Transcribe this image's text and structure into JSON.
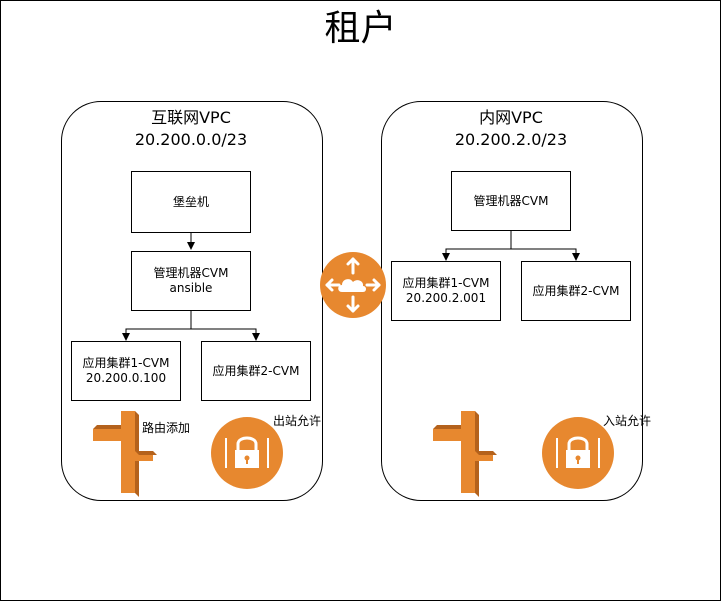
{
  "title": "租户",
  "vpc_internet": {
    "name": "互联网VPC",
    "cidr": "20.200.0.0/23",
    "bastion": "堡垒机",
    "mgmt": {
      "line1": "管理机器CVM",
      "line2": "ansible"
    },
    "cluster1": {
      "line1": "应用集群1-CVM",
      "line2": "20.200.0.100"
    },
    "cluster2": "应用集群2-CVM",
    "route_label": "路由添加",
    "lock_label": "出站允许"
  },
  "vpc_intranet": {
    "name": "内网VPC",
    "cidr": "20.200.2.0/23",
    "mgmt": "管理机器CVM",
    "cluster1": {
      "line1": "应用集群1-CVM",
      "line2": "20.200.2.001"
    },
    "cluster2": "应用集群2-CVM",
    "lock_label": "入站允许"
  },
  "icons": {
    "router": "router-icon",
    "route_table": "route-table-icon",
    "security_group": "padlock-icon"
  },
  "colors": {
    "aws_orange": "#E7882F",
    "aws_orange_dark": "#B4621C",
    "line": "#000000"
  }
}
